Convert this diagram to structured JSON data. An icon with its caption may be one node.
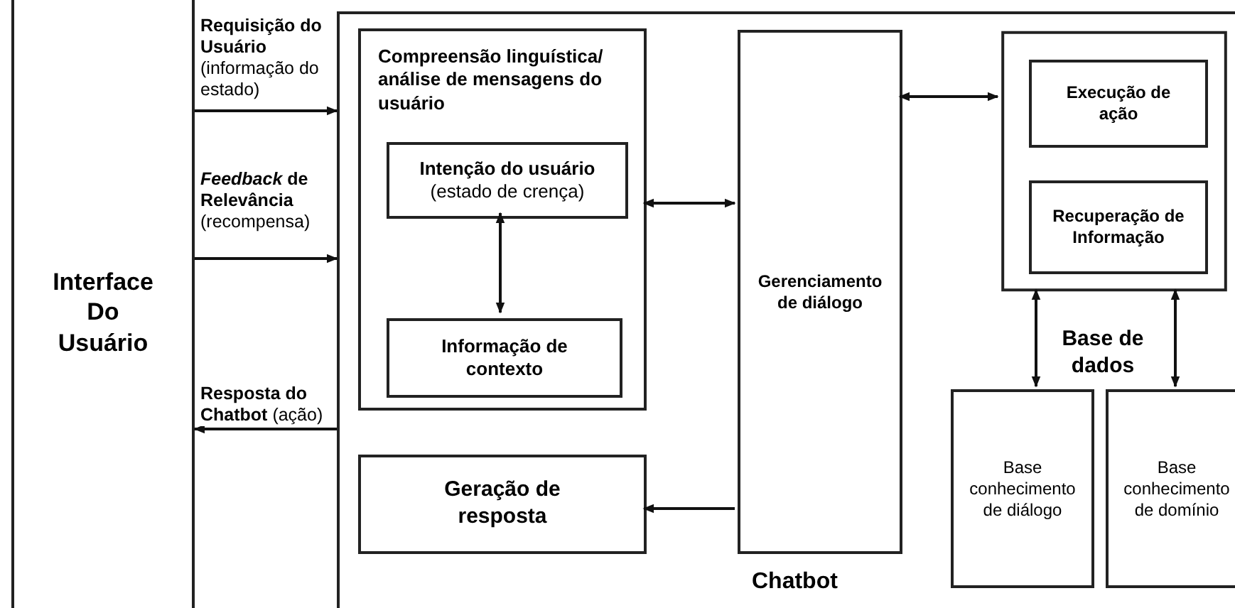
{
  "diagram": {
    "nodes": [
      {
        "text": [
          "Interface Do Usuário"
        ]
      },
      {
        "text": [
          "Chatbot"
        ]
      },
      {
        "text": [
          "Compreensão linguística/ análise de mensagens do usuário"
        ],
        "in": 1
      },
      {
        "text": [
          "Intenção do usuário",
          "(estado de crença)"
        ],
        "in": 2
      },
      {
        "text": [
          "Informação de contexto"
        ],
        "in": 2
      },
      {
        "text": [
          "Geração de resposta"
        ],
        "in": 1
      },
      {
        "text": [
          "Gerenciamento de diálogo"
        ],
        "in": 1
      },
      {
        "text": [],
        "shape": "box",
        "in": 1
      },
      {
        "text": [
          "Execução de ação"
        ],
        "in": 7
      },
      {
        "text": [
          "Recuperação de Informação"
        ],
        "in": 7
      },
      {
        "text": [
          "Base conhecimento de diálogo"
        ],
        "in": 1
      },
      {
        "text": [
          "Base conhecimento de domínio"
        ],
        "in": 1
      }
    ],
    "edges": [
      {
        "from": 0,
        "to": 1,
        "arrow": "to",
        "label": "**Requisição do Usuário** (informação do estado)"
      },
      {
        "from": 0,
        "to": 1,
        "arrow": "to",
        "label": "*Feedback* **de Relevância** (recompensa)"
      },
      {
        "from": 1,
        "to": 0,
        "arrow": "to",
        "label": "**Resposta do Chatbot** (ação)"
      },
      {
        "from": 3,
        "to": 4,
        "arrow": "both"
      },
      {
        "from": 2,
        "to": 6,
        "arrow": "both"
      },
      {
        "from": 6,
        "to": 5,
        "arrow": "to"
      },
      {
        "from": 6,
        "to": 7,
        "arrow": "both"
      },
      {
        "from": 7,
        "to": 10,
        "arrow": "both"
      },
      {
        "from": 7,
        "to": 11,
        "arrow": "both"
      }
    ],
    "labels": [
      "Base de dados"
    ]
  }
}
